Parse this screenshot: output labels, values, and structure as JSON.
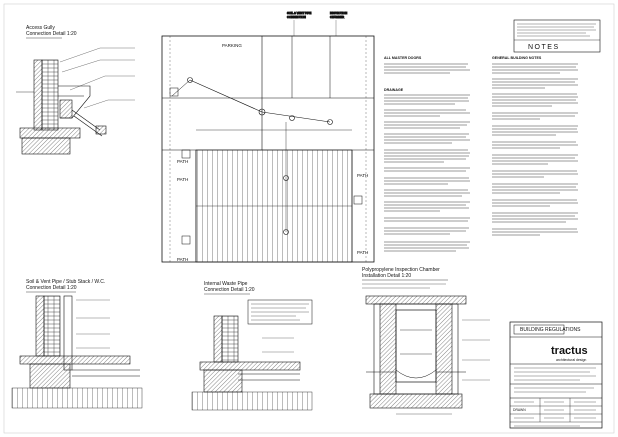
{
  "details": {
    "access_gully_title": "Access Gully",
    "access_gully_sub": "Connection Detail 1:20",
    "soil_vent_title": "Soil & Vent Pipe / Stub Stack / W.C.",
    "soil_vent_sub": "Connection Detail 1:20",
    "internal_waste_title": "Internal Waste Pipe",
    "internal_waste_sub": "Connection Detail 1:20",
    "inspection_title": "Polypropylene Inspection Chamber",
    "inspection_sub": "Installation Detail 1:20"
  },
  "plan": {
    "parking_label": "PARKING",
    "path_labels": [
      "PATH",
      "PATH",
      "PATH",
      "PATH",
      "PATH"
    ]
  },
  "notes": {
    "heading": "NOTES",
    "col1_title": "ALL MASTER DOORS",
    "col1_sub": "DRAINAGE",
    "col2_title": "GENERAL BUILDING NOTES"
  },
  "title_block": {
    "regs_stamp": "BUILDING REGULATIONS",
    "company": "tractus",
    "company_sub": "architectural design",
    "drawn_label": "DRAWN"
  },
  "colors": {
    "ink": "#111111",
    "paper": "#ffffff",
    "grey": "#bfbfbf"
  }
}
